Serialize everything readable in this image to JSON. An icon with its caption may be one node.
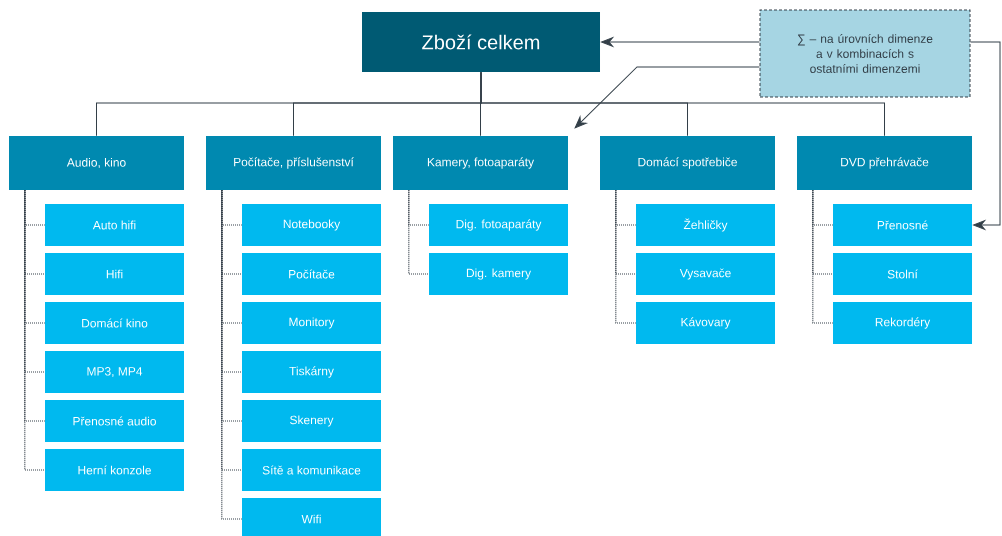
{
  "diagram": {
    "nodes": [
      {
        "text": [
          "Zboží celkem"
        ]
      },
      {
        "text": [
          "∑ – na úrovních dimenze a v kombinacích s ostatními dimenzemi"
        ]
      },
      {
        "text": [
          "Audio, kino"
        ]
      },
      {
        "text": [
          "Počítače, příslušenství"
        ]
      },
      {
        "text": [
          "Kamery, fotoaparáty"
        ]
      },
      {
        "text": [
          "Domácí spotřebiče"
        ]
      },
      {
        "text": [
          "DVD přehrávače"
        ]
      },
      {
        "text": [
          "Auto hifi"
        ]
      },
      {
        "text": [
          "Hifi"
        ]
      },
      {
        "text": [
          "Domácí kino"
        ]
      },
      {
        "text": [
          "MP3, MP4"
        ]
      },
      {
        "text": [
          "Přenosné audio"
        ]
      },
      {
        "text": [
          "Herní konzole"
        ]
      },
      {
        "text": [
          "Notebooky"
        ]
      },
      {
        "text": [
          "Počítače"
        ]
      },
      {
        "text": [
          "Monitory"
        ]
      },
      {
        "text": [
          "Tiskárny"
        ]
      },
      {
        "text": [
          "Skenery"
        ]
      },
      {
        "text": [
          "Sítě a komunikace"
        ]
      },
      {
        "text": [
          "Wifi"
        ]
      },
      {
        "text": [
          "Dig. fotoaparáty"
        ]
      },
      {
        "text": [
          "Dig. kamery"
        ]
      },
      {
        "text": [
          "Žehličky"
        ]
      },
      {
        "text": [
          "Vysavače"
        ]
      },
      {
        "text": [
          "Kávovary"
        ]
      },
      {
        "text": [
          "Přenosné"
        ]
      },
      {
        "text": [
          "Stolní"
        ]
      },
      {
        "text": [
          "Rekordéry"
        ]
      }
    ],
    "edges": [
      {
        "from": 0,
        "to": 2,
        "arrow": "none"
      },
      {
        "from": 0,
        "to": 3,
        "arrow": "none"
      },
      {
        "from": 0,
        "to": 4,
        "arrow": "none"
      },
      {
        "from": 0,
        "to": 5,
        "arrow": "none"
      },
      {
        "from": 0,
        "to": 6,
        "arrow": "none"
      },
      {
        "from": 1,
        "to": 0,
        "arrow": "to"
      },
      {
        "from": 1,
        "to": 4,
        "arrow": "to"
      },
      {
        "from": 1,
        "to": 25,
        "arrow": "to"
      },
      {
        "from": 2,
        "to": 7,
        "arrow": "none",
        "style": "dashed"
      },
      {
        "from": 2,
        "to": 8,
        "arrow": "none",
        "style": "dashed"
      },
      {
        "from": 2,
        "to": 9,
        "arrow": "none",
        "style": "dashed"
      },
      {
        "from": 2,
        "to": 10,
        "arrow": "none",
        "style": "dashed"
      },
      {
        "from": 2,
        "to": 11,
        "arrow": "none",
        "style": "dashed"
      },
      {
        "from": 2,
        "to": 12,
        "arrow": "none",
        "style": "dashed"
      },
      {
        "from": 3,
        "to": 13,
        "arrow": "none",
        "style": "dashed"
      },
      {
        "from": 3,
        "to": 14,
        "arrow": "none",
        "style": "dashed"
      },
      {
        "from": 3,
        "to": 15,
        "arrow": "none",
        "style": "dashed"
      },
      {
        "from": 3,
        "to": 16,
        "arrow": "none",
        "style": "dashed"
      },
      {
        "from": 3,
        "to": 17,
        "arrow": "none",
        "style": "dashed"
      },
      {
        "from": 3,
        "to": 18,
        "arrow": "none",
        "style": "dashed"
      },
      {
        "from": 3,
        "to": 19,
        "arrow": "none",
        "style": "dashed"
      },
      {
        "from": 4,
        "to": 20,
        "arrow": "none",
        "style": "dashed"
      },
      {
        "from": 4,
        "to": 21,
        "arrow": "none",
        "style": "dashed"
      },
      {
        "from": 5,
        "to": 22,
        "arrow": "none",
        "style": "dashed"
      },
      {
        "from": 5,
        "to": 23,
        "arrow": "none",
        "style": "dashed"
      },
      {
        "from": 5,
        "to": 24,
        "arrow": "none",
        "style": "dashed"
      },
      {
        "from": 6,
        "to": 25,
        "arrow": "none",
        "style": "dashed"
      },
      {
        "from": 6,
        "to": 26,
        "arrow": "none",
        "style": "dashed"
      },
      {
        "from": 6,
        "to": 27,
        "arrow": "none",
        "style": "dashed"
      }
    ]
  }
}
